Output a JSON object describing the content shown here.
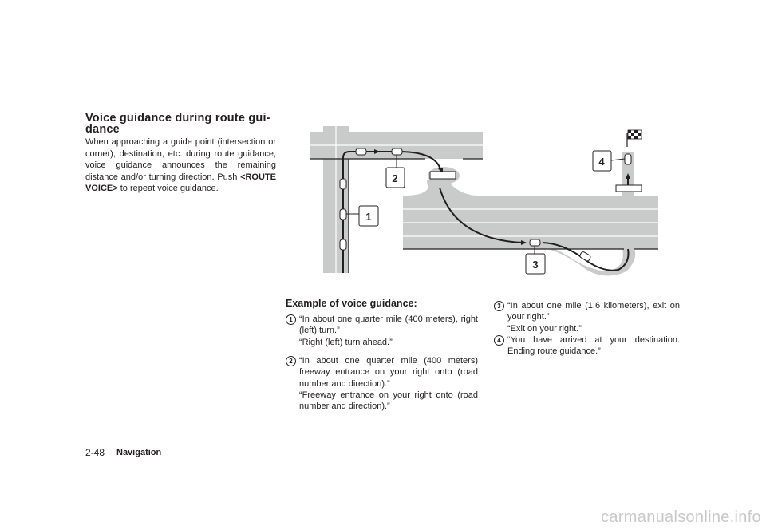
{
  "section": {
    "title": "Voice guidance during route guidance",
    "title_line1": "Voice guidance during route gui-",
    "title_line2": "dance",
    "intro_text": "When approaching a guide point (intersection or corner), destination, etc. during route guidance, voice guidance announces the remaining distance and/or turning direction. Push ",
    "intro_button": "<ROUTE VOICE>",
    "intro_tail": " to repeat voice guidance."
  },
  "diagram": {
    "labels": [
      "1",
      "2",
      "3",
      "4"
    ],
    "colors": {
      "road": "#c9cbca",
      "route": "#231f20",
      "lane": "#ffffff"
    }
  },
  "examples": {
    "heading": "Example of voice guidance:",
    "items": [
      {
        "num": "1",
        "lines": [
          "“In about one quarter mile (400 meters), right (left) turn.”",
          "“Right (left) turn ahead.”"
        ]
      },
      {
        "num": "2",
        "lines": [
          "“In about one quarter mile (400 meters) freeway entrance on your right onto (road number and direction).”",
          "“Freeway entrance on your right onto (road number and direction).”"
        ]
      },
      {
        "num": "3",
        "lines": [
          "“In about one mile (1.6 kilometers), exit on your right.”",
          "“Exit on your right.”"
        ]
      },
      {
        "num": "4",
        "lines": [
          "“You have arrived at your destination. Ending route guidance.”"
        ]
      }
    ]
  },
  "footer": {
    "page": "2-48",
    "section": "Navigation"
  },
  "watermark": "carmanualsonline.info"
}
